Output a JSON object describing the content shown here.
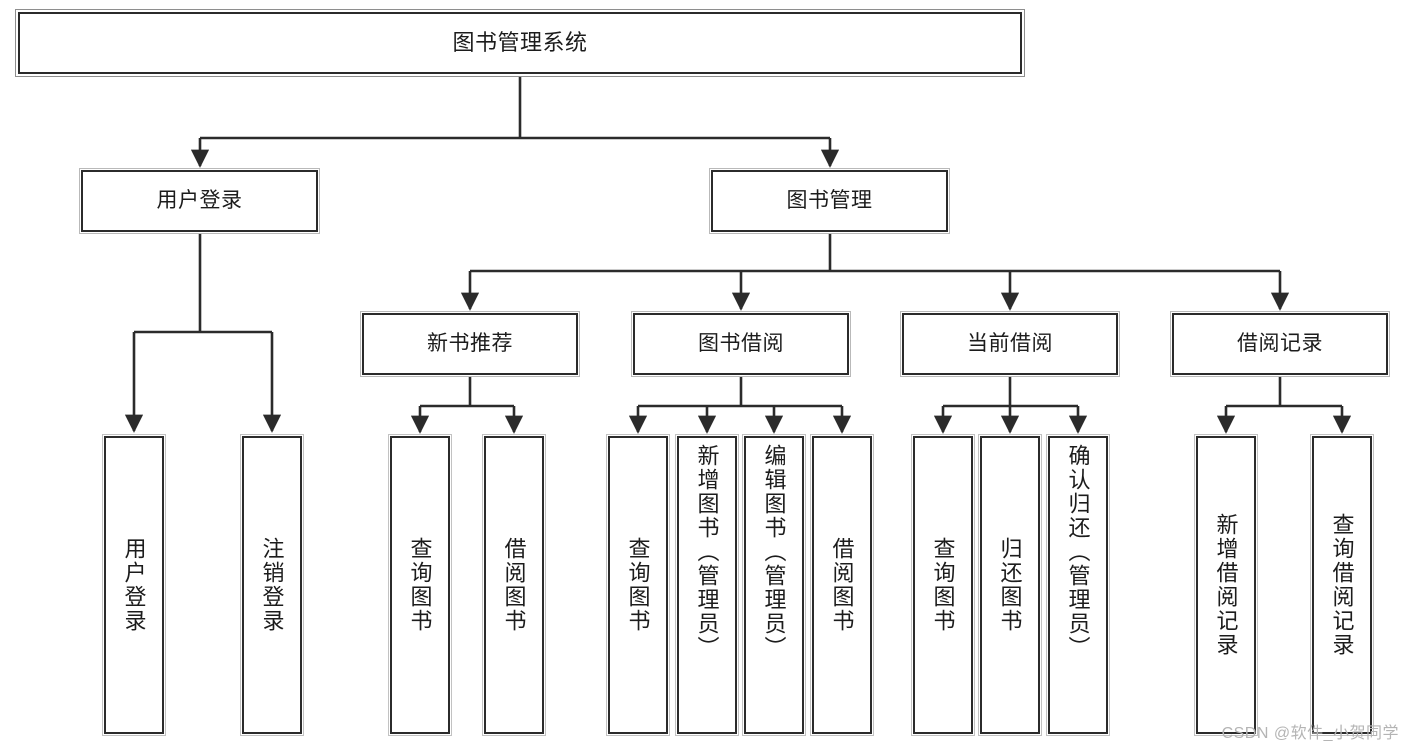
{
  "diagram": {
    "type": "hierarchy-tree",
    "title": "图书管理系统",
    "watermark": "CSDN @软件_小贺同学",
    "colors": {
      "border": "#2b2b2b",
      "text": "#1c1c1c",
      "background": "#ffffff",
      "edge": "#2b2b2b",
      "watermark": "#b4b4b4"
    },
    "levels": {
      "root": {
        "label": "图书管理系统"
      },
      "level2": [
        {
          "label": "用户登录"
        },
        {
          "label": "图书管理"
        }
      ],
      "level3": [
        {
          "label": "新书推荐"
        },
        {
          "label": "图书借阅"
        },
        {
          "label": "当前借阅"
        },
        {
          "label": "借阅记录"
        }
      ],
      "leaves": {
        "user_login": [
          {
            "label": "用户登录"
          },
          {
            "label": "注销登录"
          }
        ],
        "new_book_recommend": [
          {
            "label": "查询图书"
          },
          {
            "label": "借阅图书"
          }
        ],
        "book_borrow": [
          {
            "label": "查询图书"
          },
          {
            "label": "新增图书（管理员）"
          },
          {
            "label": "编辑图书（管理员）"
          },
          {
            "label": "借阅图书"
          }
        ],
        "current_borrow": [
          {
            "label": "查询图书"
          },
          {
            "label": "归还图书"
          },
          {
            "label": "确认归还（管理员）"
          }
        ],
        "borrow_record": [
          {
            "label": "新增借阅记录"
          },
          {
            "label": "查询借阅记录"
          }
        ]
      }
    }
  }
}
